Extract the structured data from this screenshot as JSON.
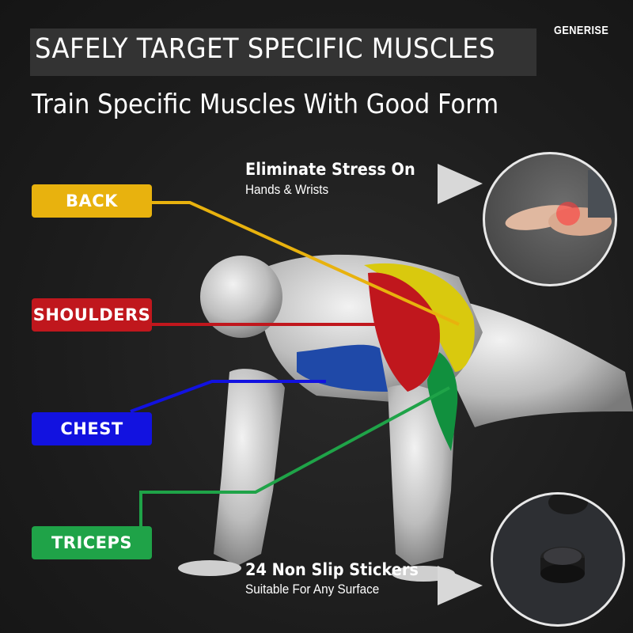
{
  "header": {
    "headline": "SAFELY TARGET SPECIFIC MUSCLES",
    "brand": "GENERISE",
    "subheadline": "Train Specific Muscles With Good Form"
  },
  "labels": [
    {
      "text": "BACK",
      "color": "#e8b20e"
    },
    {
      "text": "SHOULDERS",
      "color": "#c0171d"
    },
    {
      "text": "CHEST",
      "color": "#1212e0"
    },
    {
      "text": "TRICEPS",
      "color": "#1fa348"
    }
  ],
  "features": [
    {
      "title": "Eliminate Stress On",
      "subtitle": "Hands & Wrists",
      "icon": "wrist-pain-photo"
    },
    {
      "title": "24 Non Slip Stickers",
      "subtitle": "Suitable For Any Surface",
      "icon": "non-slip-sticker-photo"
    }
  ],
  "colors": {
    "background": "#1f1f1f",
    "headline_box": "#333333",
    "back": "#e8b20e",
    "shoulders": "#c0171d",
    "chest": "#1212e0",
    "triceps": "#1fa348"
  }
}
